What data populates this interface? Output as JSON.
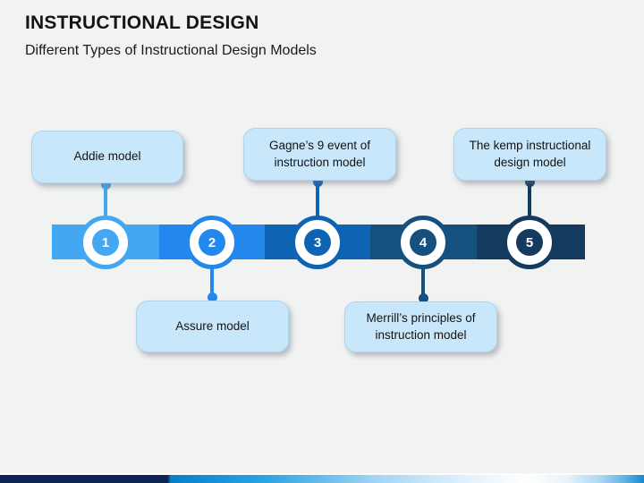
{
  "slide": {
    "title": "INSTRUCTIONAL DESIGN",
    "subtitle": "Different Types of Instructional Design Models"
  },
  "timeline": {
    "callout_fill": "#c9e7fa",
    "steps": [
      {
        "number": "1",
        "label": "Addie model",
        "color": "#43a7f2",
        "callout_position": "top"
      },
      {
        "number": "2",
        "label": "Assure model",
        "color": "#2388ee",
        "callout_position": "bottom"
      },
      {
        "number": "3",
        "label": "Gagne’s 9 event of instruction model",
        "color": "#0e64b4",
        "callout_position": "top"
      },
      {
        "number": "4",
        "label": "Merrill’s principles of instruction model",
        "color": "#15507f",
        "callout_position": "bottom"
      },
      {
        "number": "5",
        "label": "The kemp instructional design model",
        "color": "#143a60",
        "callout_position": "top"
      }
    ]
  },
  "footer_bar": {
    "colors": [
      "#0e2255",
      "#1590d8",
      "#9fd4f3",
      "#ffffff",
      "#1389d2"
    ]
  }
}
